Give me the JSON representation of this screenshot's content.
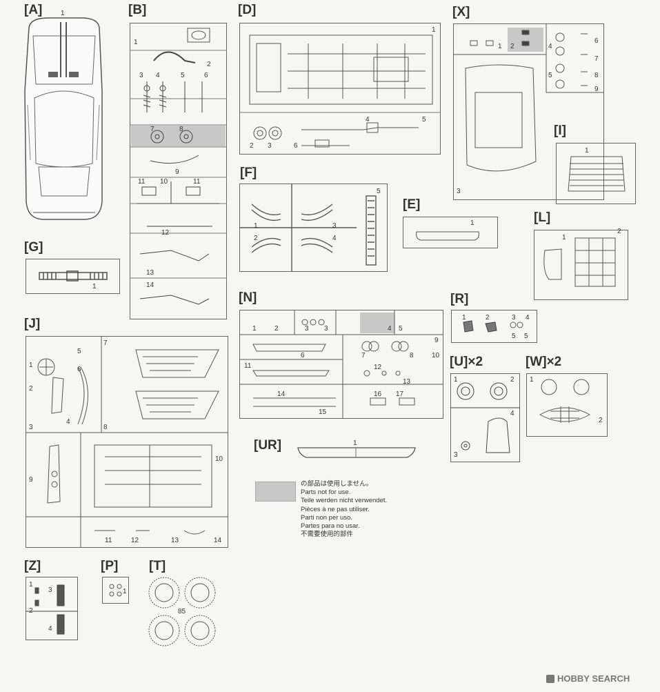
{
  "sections": {
    "A": {
      "label": "[A]",
      "parts": [
        "1"
      ]
    },
    "B": {
      "label": "[B]",
      "parts": [
        "1",
        "2",
        "3",
        "4",
        "5",
        "6",
        "7",
        "8",
        "9",
        "10",
        "11",
        "11",
        "12",
        "13",
        "14"
      ]
    },
    "D": {
      "label": "[D]",
      "parts": [
        "1",
        "2",
        "3",
        "4",
        "5",
        "6"
      ]
    },
    "X": {
      "label": "[X]",
      "parts": [
        "1",
        "2",
        "3",
        "4",
        "5",
        "6",
        "7",
        "8",
        "9"
      ]
    },
    "I": {
      "label": "[I]",
      "parts": [
        "1"
      ]
    },
    "F": {
      "label": "[F]",
      "parts": [
        "1",
        "2",
        "3",
        "4",
        "5"
      ]
    },
    "E": {
      "label": "[E]",
      "parts": [
        "1"
      ]
    },
    "L": {
      "label": "[L]",
      "parts": [
        "1",
        "2"
      ]
    },
    "G": {
      "label": "[G]",
      "parts": [
        "1"
      ]
    },
    "N": {
      "label": "[N]",
      "parts": [
        "1",
        "2",
        "3",
        "3",
        "4",
        "5",
        "6",
        "7",
        "8",
        "9",
        "10",
        "11",
        "12",
        "13",
        "14",
        "15",
        "16",
        "17"
      ]
    },
    "R": {
      "label": "[R]",
      "parts": [
        "1",
        "2",
        "3",
        "4",
        "5",
        "5"
      ]
    },
    "U": {
      "label": "[U]×2",
      "parts": [
        "1",
        "2",
        "3",
        "4"
      ]
    },
    "W": {
      "label": "[W]×2",
      "parts": [
        "1",
        "2"
      ]
    },
    "J": {
      "label": "[J]",
      "parts": [
        "1",
        "2",
        "3",
        "4",
        "5",
        "6",
        "7",
        "8",
        "9",
        "10",
        "11",
        "12",
        "13",
        "14"
      ]
    },
    "UR": {
      "label": "[UR]",
      "parts": [
        "1"
      ]
    },
    "Z": {
      "label": "[Z]",
      "parts": [
        "1",
        "2",
        "3",
        "4"
      ]
    },
    "P": {
      "label": "[P]",
      "parts": [
        "1"
      ]
    },
    "T": {
      "label": "[T]",
      "parts": [
        "85"
      ]
    }
  },
  "notice": {
    "lines": [
      "の部品は使用しません。",
      "Parts not for use.",
      "Teile werden nicht verwendet.",
      "Pièces à ne pas utiliser.",
      "Parti non per uso.",
      "Partes para no usar.",
      "不需要使用的部件"
    ],
    "swatch_color": "#c8c8c8"
  },
  "watermark": {
    "text": "HOBBY SEARCH"
  }
}
